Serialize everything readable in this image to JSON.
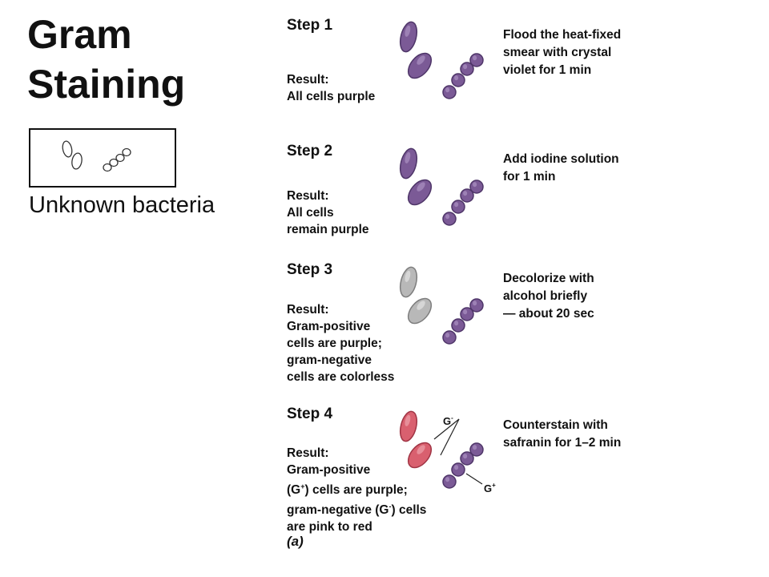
{
  "title": {
    "line1": "Gram",
    "line2": "Staining"
  },
  "unknown": {
    "label": "Unknown bacteria"
  },
  "colors": {
    "purple_fill": "#7b5a96",
    "purple_stroke": "#4e3568",
    "purple_highlight": "#b9a3cf",
    "colorless_fill": "#b8b8b8",
    "colorless_stroke": "#7d7d7d",
    "colorless_highlight": "#eeeeee",
    "pink_fill": "#d9606f",
    "pink_stroke": "#a03444",
    "pink_highlight": "#f2b4bc"
  },
  "steps": [
    {
      "title": "Step 1",
      "result": [
        "Result:",
        "All cells purple"
      ],
      "instruction": [
        "Flood the heat-fixed",
        "smear with crystal",
        "violet for 1 min"
      ],
      "rod_color": "purple",
      "coccus_color": "purple"
    },
    {
      "title": "Step 2",
      "result": [
        "Result:",
        "All cells",
        "remain purple"
      ],
      "instruction": [
        "Add iodine solution",
        "for 1 min"
      ],
      "rod_color": "purple",
      "coccus_color": "purple"
    },
    {
      "title": "Step 3",
      "result": [
        "Result:",
        "Gram-positive",
        "cells are purple;",
        "gram-negative",
        "cells are colorless"
      ],
      "instruction": [
        "Decolorize with",
        "alcohol briefly",
        "— about 20 sec"
      ],
      "rod_color": "colorless",
      "coccus_color": "purple"
    },
    {
      "title": "Step 4",
      "result": [
        "Result:",
        "Gram-positive"
      ],
      "instruction": [
        "Counterstain with",
        "safranin for 1–2 min"
      ],
      "rod_color": "pink",
      "coccus_color": "purple"
    }
  ],
  "step4_result_rich": {
    "line3": {
      "a": "(G",
      "sup": "+",
      "b": ") cells are purple;"
    },
    "line4": {
      "a": "gram-negative (G",
      "sup": "-",
      "b": ") cells"
    },
    "line5": "are pink to red"
  },
  "labels": {
    "g_negative": {
      "base": "G",
      "sup": "-"
    },
    "g_positive": {
      "base": "G",
      "sup": "+"
    }
  },
  "caption": "(a)"
}
